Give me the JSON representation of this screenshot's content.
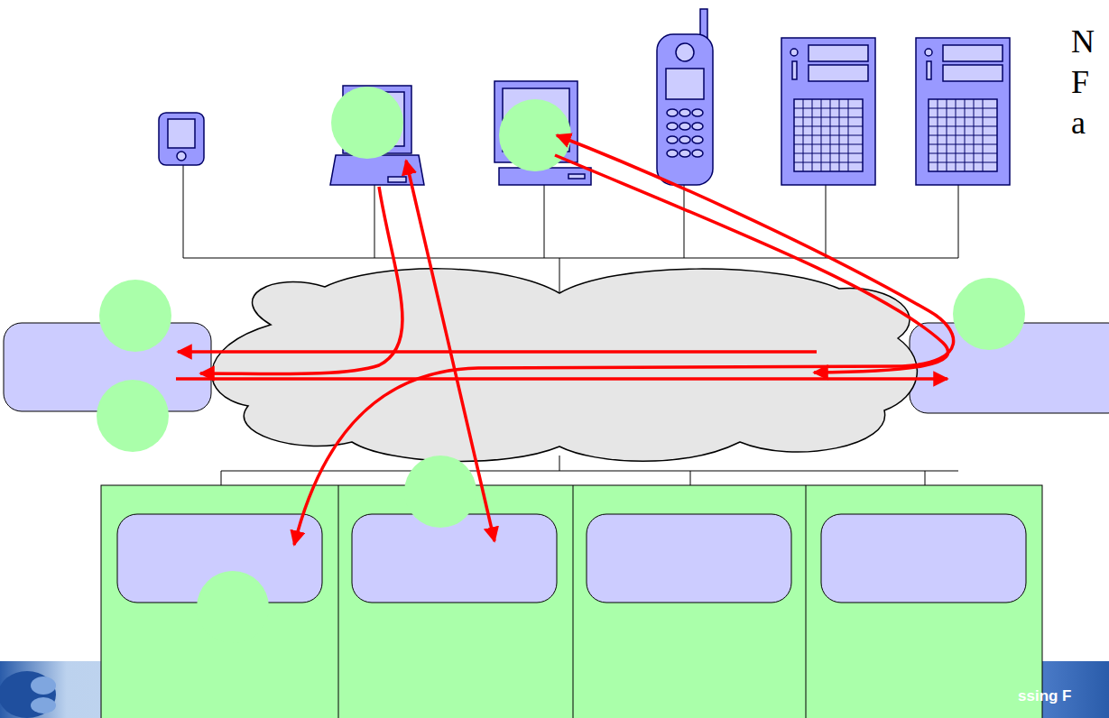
{
  "diagram": {
    "labels": [
      "N",
      "F",
      "a",
      "ssing F"
    ]
  }
}
